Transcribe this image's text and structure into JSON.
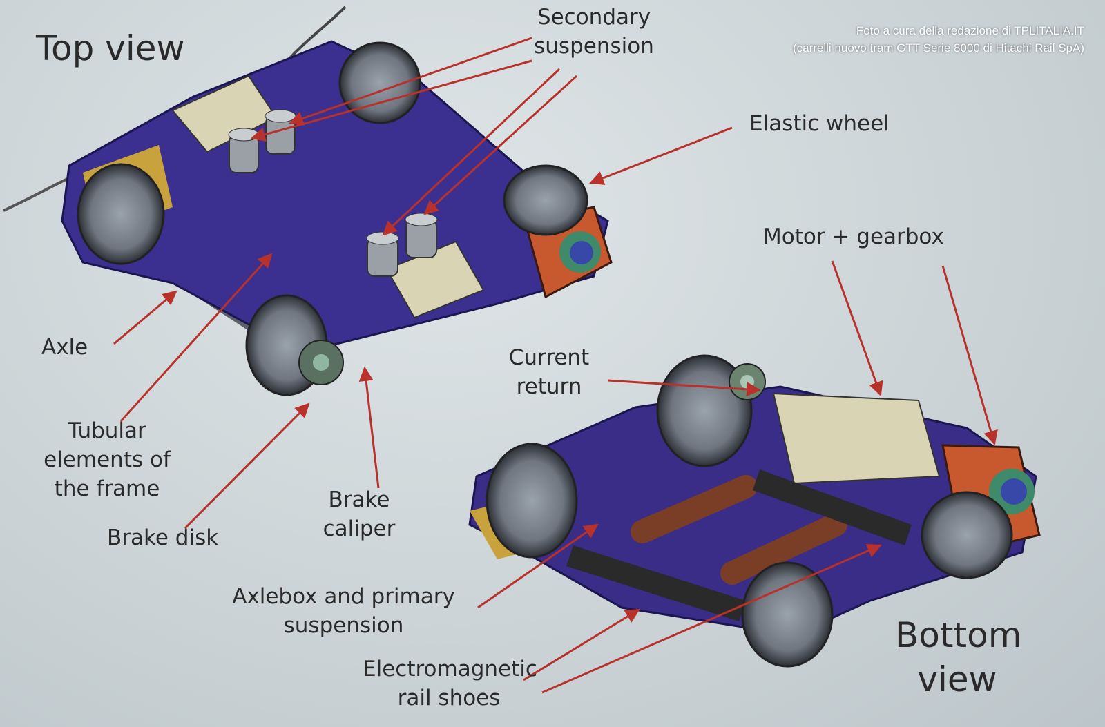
{
  "titles": {
    "top_view": "Top view",
    "bottom_view_line1": "Bottom",
    "bottom_view_line2": "view"
  },
  "credit": {
    "line1": "Foto a cura della redazione di TPLITALIA.IT",
    "line2": "(carrelli nuovo tram GTT Serie 8000 di Hitachi Rail SpA)"
  },
  "labels": {
    "secondary_suspension": [
      "Secondary",
      "suspension"
    ],
    "elastic_wheel": "Elastic wheel",
    "motor_gearbox": "Motor + gearbox",
    "current_return": [
      "Current",
      "return"
    ],
    "axle": "Axle",
    "tubular_elements": [
      "Tubular",
      "elements of",
      "the frame"
    ],
    "brake_caliper": [
      "Brake",
      "caliper"
    ],
    "brake_disk": "Brake disk",
    "axlebox_primary_suspension": [
      "Axlebox and primary",
      "suspension"
    ],
    "electromagnetic_rail_shoes": [
      "Electromagnetic",
      "rail shoes"
    ]
  },
  "colors": {
    "background": "#cfd6d9",
    "arrow": "#b8312a",
    "frame_purple": "#3b2f8f",
    "wheel_grey": "#8d949c",
    "motor_cream": "#d9d4b4",
    "tube_brown": "#7a3e26",
    "gearbox_orange": "#c8582e",
    "axle_yellow": "#c8a23c",
    "text": "#2a2a2a",
    "credit_text": "#ffffff"
  }
}
